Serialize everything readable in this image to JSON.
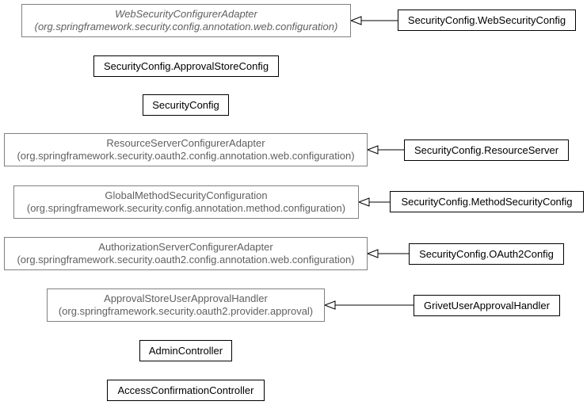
{
  "colors": {
    "external_border": "#808080",
    "external_text": "#606060",
    "local_border": "#000000",
    "edge": "#000000"
  },
  "classes": {
    "websecurityconfigureradapter": {
      "name": "WebSecurityConfigurerAdapter",
      "package": "(org.springframework.security.config.annotation.web.configuration)"
    },
    "websecurityconfig": {
      "name": "SecurityConfig.WebSecurityConfig"
    },
    "approvalstoreconfig": {
      "name": "SecurityConfig.ApprovalStoreConfig"
    },
    "securityconfig": {
      "name": "SecurityConfig"
    },
    "resourceserverconfigureradapter": {
      "name": "ResourceServerConfigurerAdapter",
      "package": "(org.springframework.security.oauth2.config.annotation.web.configuration)"
    },
    "resourceserver": {
      "name": "SecurityConfig.ResourceServer"
    },
    "globalmethodsecurityconfiguration": {
      "name": "GlobalMethodSecurityConfiguration",
      "package": "(org.springframework.security.config.annotation.method.configuration)"
    },
    "methodsecurityconfig": {
      "name": "SecurityConfig.MethodSecurityConfig"
    },
    "authorizationserverconfigureradapter": {
      "name": "AuthorizationServerConfigurerAdapter",
      "package": "(org.springframework.security.oauth2.config.annotation.web.configuration)"
    },
    "oauth2config": {
      "name": "SecurityConfig.OAuth2Config"
    },
    "approvalstoreuserapprovalhandler": {
      "name": "ApprovalStoreUserApprovalHandler",
      "package": "(org.springframework.security.oauth2.provider.approval)"
    },
    "grivetuserapprovalhandler": {
      "name": "GrivetUserApprovalHandler"
    },
    "admincontroller": {
      "name": "AdminController"
    },
    "accessconfirmationcontroller": {
      "name": "AccessConfirmationController"
    }
  }
}
